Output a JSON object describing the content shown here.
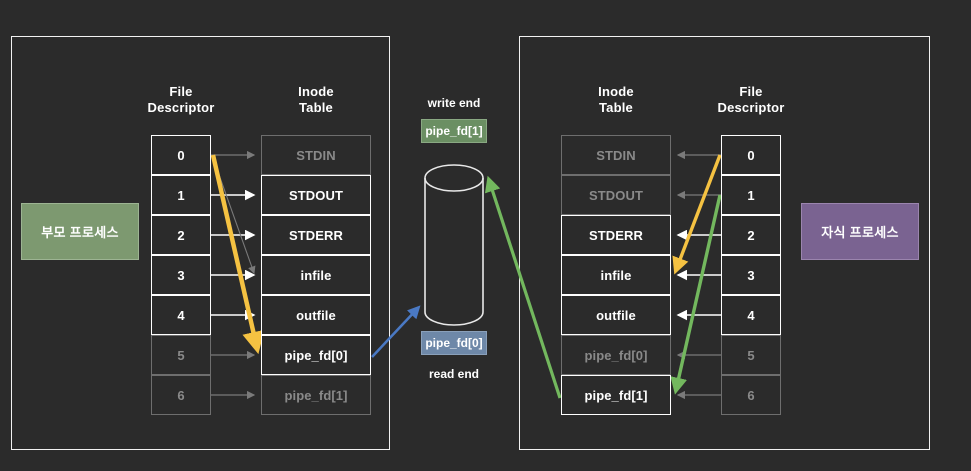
{
  "diagram": {
    "title": "pipe() file descriptor / inode table diagram",
    "background": "#2b2b2b"
  },
  "colors": {
    "background": "#2b2b2b",
    "panel_border": "#f2f2f2",
    "active_text": "#ffffff",
    "dim_text": "#8a8a8a",
    "dim_border": "#6e6e6e",
    "parent_green": "#7d9970",
    "child_purple": "#7a6391",
    "badge_write_green": "#6b8f63",
    "badge_read_blue": "#6e88a8",
    "arrow_orange": "#f5c242",
    "arrow_green": "#73b85e",
    "arrow_blue": "#4a79c4",
    "arrow_white": "#ffffff",
    "arrow_gray": "#7a7a7a"
  },
  "left_panel": {
    "process_label": "부모 프로세스",
    "fd_title_line1": "File",
    "fd_title_line2": "Descriptor",
    "inode_title_line1": "Inode",
    "inode_title_line2": "Table",
    "fd_rows": [
      {
        "label": "0",
        "state": "active"
      },
      {
        "label": "1",
        "state": "active"
      },
      {
        "label": "2",
        "state": "active"
      },
      {
        "label": "3",
        "state": "active"
      },
      {
        "label": "4",
        "state": "active"
      },
      {
        "label": "5",
        "state": "dim"
      },
      {
        "label": "6",
        "state": "dim"
      }
    ],
    "inode_rows": [
      {
        "label": "STDIN",
        "state": "dim"
      },
      {
        "label": "STDOUT",
        "state": "active"
      },
      {
        "label": "STDERR",
        "state": "active"
      },
      {
        "label": "infile",
        "state": "active"
      },
      {
        "label": "outfile",
        "state": "active"
      },
      {
        "label": "pipe_fd[0]",
        "state": "active"
      },
      {
        "label": "pipe_fd[1]",
        "state": "dim"
      }
    ]
  },
  "right_panel": {
    "process_label": "자식 프로세스",
    "fd_title_line1": "File",
    "fd_title_line2": "Descriptor",
    "inode_title_line1": "Inode",
    "inode_title_line2": "Table",
    "fd_rows": [
      {
        "label": "0",
        "state": "active"
      },
      {
        "label": "1",
        "state": "active"
      },
      {
        "label": "2",
        "state": "active"
      },
      {
        "label": "3",
        "state": "active"
      },
      {
        "label": "4",
        "state": "active"
      },
      {
        "label": "5",
        "state": "dim"
      },
      {
        "label": "6",
        "state": "dim"
      }
    ],
    "inode_rows": [
      {
        "label": "STDIN",
        "state": "dim"
      },
      {
        "label": "STDOUT",
        "state": "dim"
      },
      {
        "label": "STDERR",
        "state": "active"
      },
      {
        "label": "infile",
        "state": "active"
      },
      {
        "label": "outfile",
        "state": "active"
      },
      {
        "label": "pipe_fd[0]",
        "state": "dim"
      },
      {
        "label": "pipe_fd[1]",
        "state": "active"
      }
    ]
  },
  "pipe": {
    "write_end_label": "write end",
    "write_end_badge": "pipe_fd[1]",
    "read_end_label": "read end",
    "read_end_badge": "pipe_fd[0]"
  }
}
